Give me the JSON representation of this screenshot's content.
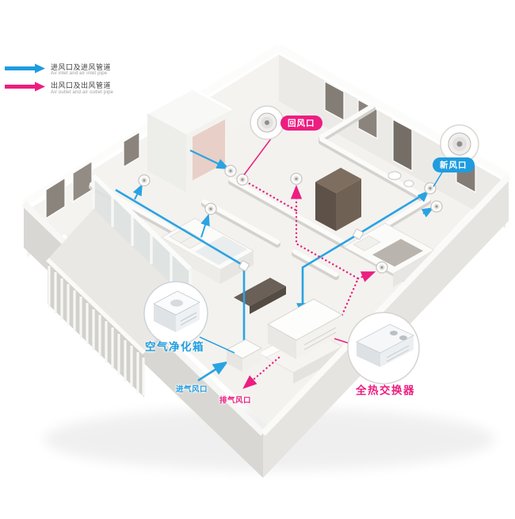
{
  "legend": {
    "inlet": {
      "zh": "进风口及进风管道",
      "en": "Air inlet and air inlet pipe"
    },
    "outlet": {
      "zh": "出风口及出风管道",
      "en": "Air outlet and air outlet pipe"
    }
  },
  "callouts": {
    "return_vent": "回风口",
    "fresh_vent": "新风口",
    "purifier": "空气净化箱",
    "heat_exchanger": "全热交换器",
    "intake_vent": "进气风口",
    "exhaust_vent": "排气风口"
  },
  "colors": {
    "inlet_blue": "#1f9cdf",
    "outlet_pink": "#ec1e80"
  }
}
